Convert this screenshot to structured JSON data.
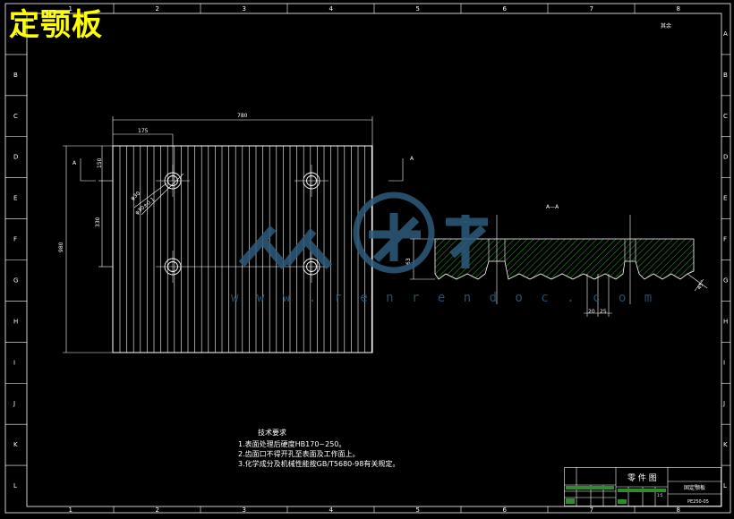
{
  "overlay": {
    "title": "定颚板"
  },
  "border": {
    "col_labels": [
      "1",
      "2",
      "3",
      "4",
      "5",
      "6",
      "7",
      "8"
    ],
    "row_labels": [
      "A",
      "B",
      "C",
      "D",
      "E",
      "F",
      "G",
      "H",
      "I",
      "J",
      "K",
      "L"
    ]
  },
  "corner_note": "其余",
  "dims": {
    "top_width": "780",
    "left_offset": "175",
    "vertical_total": "980",
    "vertical_top": "150",
    "vertical_mid": "330",
    "hole_diameter": "φ30",
    "hole_tolerance": "φ30±0.1",
    "section_height": "63",
    "groove_a": "20",
    "groove_b": "25",
    "chamfer": "45°"
  },
  "section": {
    "cut_mark_left": "A",
    "cut_label": "A—A"
  },
  "watermark": {
    "url": "w w w . r e n r e n d o c . c o m"
  },
  "tech_notes": {
    "title": "技术要求",
    "items": [
      "1.表面处理后硬度HB170~250。",
      "2.齿面口不得开孔至表面及工作面上。",
      "3.化学成分及机械性能按GB/T5680-98有关规定。"
    ]
  },
  "title_block": {
    "drawing_type": "零 件 图",
    "part_name": "固定颚板",
    "drawing_no": "PE250-05",
    "scale": "1:5"
  },
  "colors": {
    "line": "#ffffff",
    "hatch": "#2e8b2e",
    "title": "#ffff00",
    "watermark": "#2d5c7d"
  }
}
